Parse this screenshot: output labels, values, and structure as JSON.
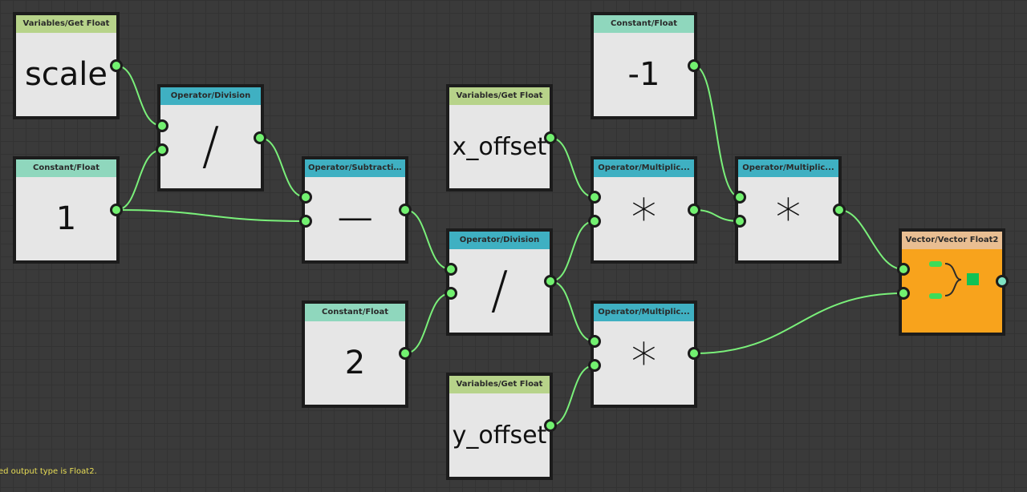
{
  "nodes": {
    "get_scale": {
      "header": "Variables/Get Float",
      "value": "scale"
    },
    "const_1": {
      "header": "Constant/Float",
      "value": "1"
    },
    "div_a": {
      "header": "Operator/Division",
      "symbol": "/"
    },
    "sub": {
      "header": "Operator/Subtraction",
      "symbol": "−"
    },
    "const_2": {
      "header": "Constant/Float",
      "value": "2"
    },
    "get_x": {
      "header": "Variables/Get Float",
      "value": "x_offset"
    },
    "div_b": {
      "header": "Operator/Division",
      "symbol": "/"
    },
    "get_y": {
      "header": "Variables/Get Float",
      "value": "y_offset"
    },
    "const_neg1": {
      "header": "Constant/Float",
      "value": "-1"
    },
    "mul_a": {
      "header": "Operator/Multiplic...",
      "symbol": "*"
    },
    "mul_b": {
      "header": "Operator/Multiplic...",
      "symbol": "*"
    },
    "mul_c": {
      "header": "Operator/Multiplic...",
      "symbol": "*"
    },
    "vec2": {
      "header": "Vector/Vector Float2"
    }
  },
  "status": {
    "text": "ed output type is Float2."
  },
  "colors": {
    "wire": "#7af07a",
    "port": "#72f170",
    "vector_port": "#7fe3c3",
    "canvas": "#3a3a3a",
    "node_body": "#e6e6e6",
    "vector_body": "#f8a31c",
    "status_text": "#e8dd55"
  },
  "icons": {
    "vector_node": "merge-brace-icon"
  }
}
